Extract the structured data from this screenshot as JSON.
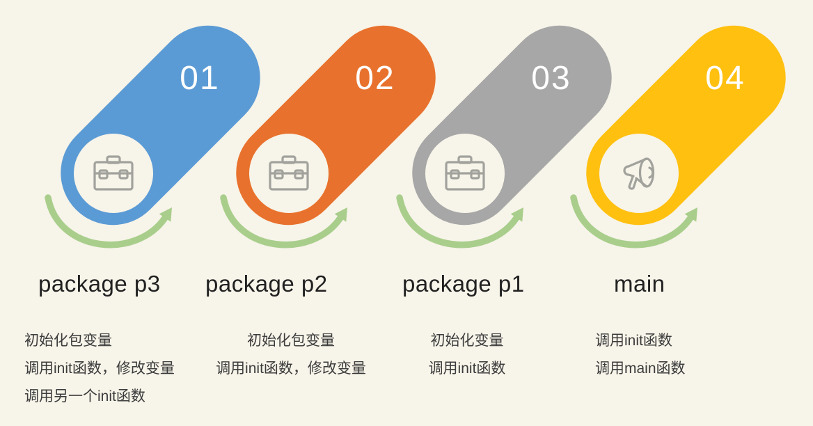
{
  "figure": {
    "background": "#F7F4E9",
    "arrow_color": "#A9CE8C",
    "icon_color": "#A2A29D",
    "number_color": "#FFFFFF",
    "title_color": "#212121",
    "detail_color": "#3C3C3C"
  },
  "steps": [
    {
      "number": "01",
      "color": "#5B9BD5",
      "icon": "briefcase-icon",
      "title": "package p3",
      "details": [
        "初始化包变量",
        "调用init函数，修改变量",
        "调用另一个init函数"
      ]
    },
    {
      "number": "02",
      "color": "#E8722D",
      "icon": "briefcase-icon",
      "title": "package p2",
      "details": [
        "初始化包变量",
        "调用init函数，修改变量"
      ]
    },
    {
      "number": "03",
      "color": "#A7A7A7",
      "icon": "briefcase-icon",
      "title": "package p1",
      "details": [
        "初始化变量",
        "调用init函数"
      ]
    },
    {
      "number": "04",
      "color": "#FFC010",
      "icon": "megaphone-icon",
      "title": "main",
      "details": [
        "调用init函数",
        "调用main函数"
      ]
    }
  ]
}
